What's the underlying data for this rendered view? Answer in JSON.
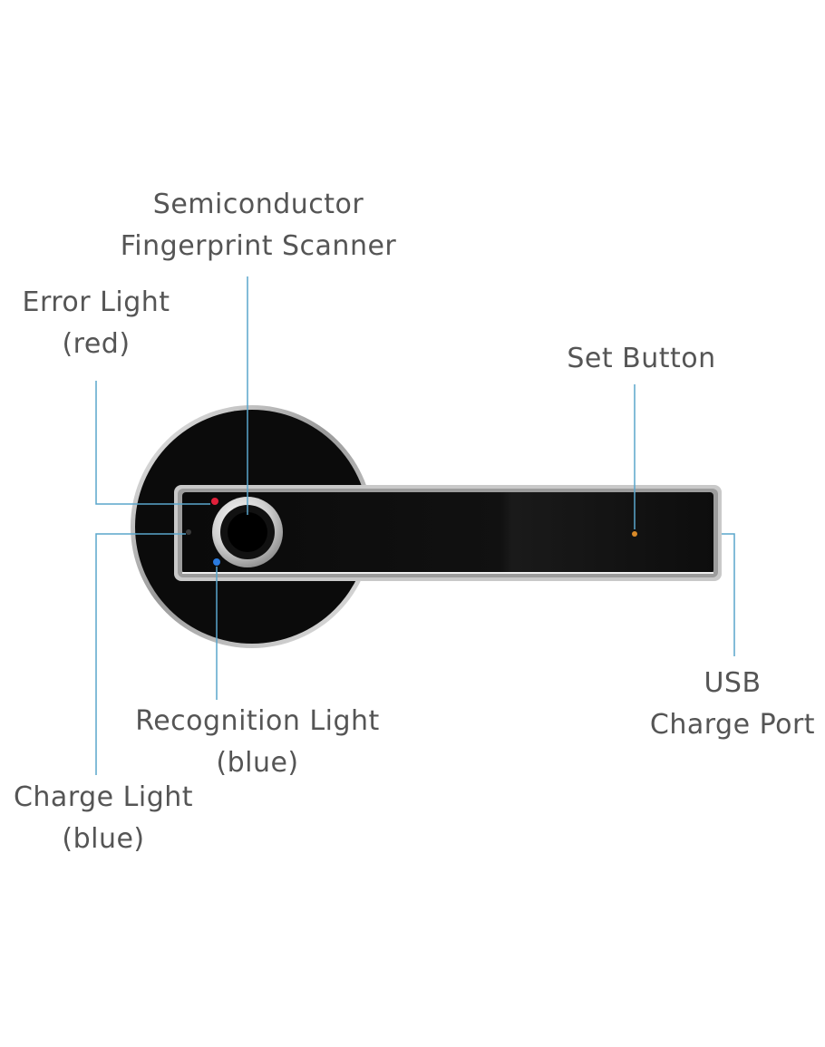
{
  "diagram": {
    "labels": {
      "fingerprint_scanner": [
        "Semiconductor",
        "Fingerprint Scanner"
      ],
      "error_light": [
        "Error Light",
        "(red)"
      ],
      "set_button": [
        "Set Button"
      ],
      "usb_port": [
        "USB",
        "Charge Port"
      ],
      "recognition_light": [
        "Recognition Light",
        "(blue)"
      ],
      "charge_light": [
        "Charge Light",
        "(blue)"
      ]
    },
    "colors": {
      "leader_line": "#5aa6cc",
      "label_text": "#555555",
      "handle_body": "#0b0b0b",
      "chrome_trim": "#c9c9c9",
      "error_led": "#e0203a",
      "recognition_led": "#2a7be0",
      "set_button_dot": "#d98a28"
    }
  }
}
